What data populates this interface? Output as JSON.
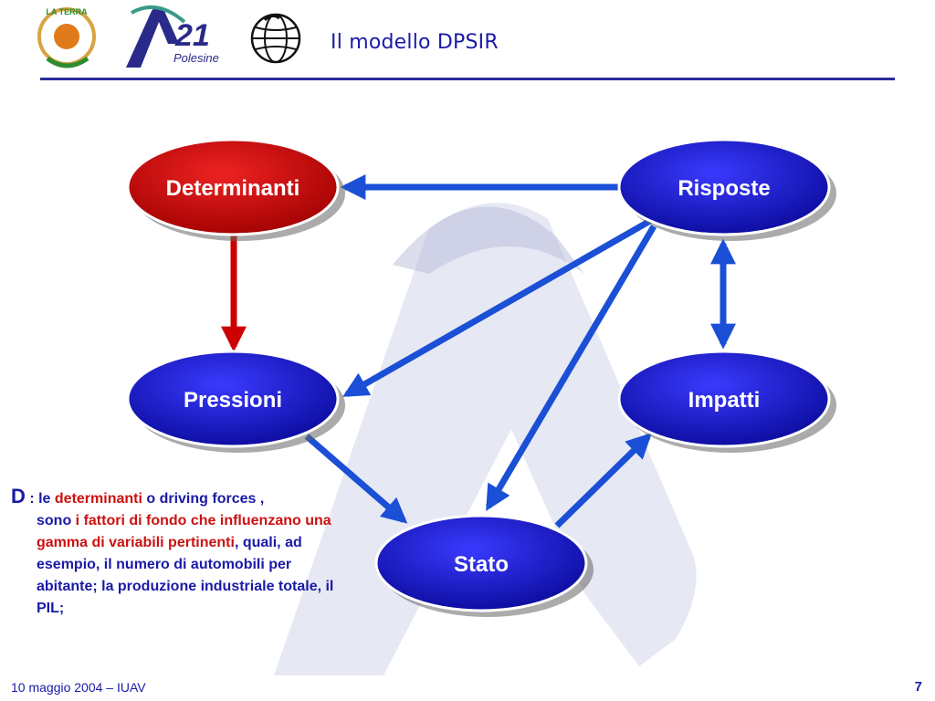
{
  "header": {
    "title": "Il modello DPSIR",
    "logo_a21_number": "21",
    "logo_a21_sub": "Polesine",
    "logo_laterra_text": "LA TERRA"
  },
  "diagram": {
    "nodes": {
      "determinanti": {
        "label": "Determinanti",
        "color": "#cc0000"
      },
      "risposte": {
        "label": "Risposte",
        "color": "#1010c0"
      },
      "pressioni": {
        "label": "Pressioni",
        "color": "#1010c0"
      },
      "impatti": {
        "label": "Impatti",
        "color": "#1010c0"
      },
      "stato": {
        "label": "Stato",
        "color": "#1010c0"
      }
    },
    "edges": [
      {
        "from": "risposte",
        "to": "determinanti",
        "color": "#1a4fd6"
      },
      {
        "from": "determinanti",
        "to": "pressioni",
        "color": "#cc0000"
      },
      {
        "from": "risposte",
        "to": "pressioni",
        "color": "#1a4fd6"
      },
      {
        "from": "risposte",
        "to": "stato",
        "color": "#1a4fd6"
      },
      {
        "from": "risposte",
        "to": "impatti",
        "color": "#1a4fd6",
        "bidirectional": true
      },
      {
        "from": "pressioni",
        "to": "stato",
        "color": "#1a4fd6"
      },
      {
        "from": "stato",
        "to": "impatti",
        "color": "#1a4fd6"
      }
    ]
  },
  "description": {
    "letter": "D",
    "p1": " : le ",
    "p2": "determinanti",
    "p3": " o driving forces ,",
    "p4": "sono ",
    "p5": "i fattori di fondo che influenzano una gamma di variabili pertinenti",
    "p6": ", quali, ad esempio, il numero di automobili per abitante; la produzione industriale totale, il PIL;"
  },
  "footer": {
    "date": "10 maggio 2004  – IUAV",
    "page": "7"
  }
}
